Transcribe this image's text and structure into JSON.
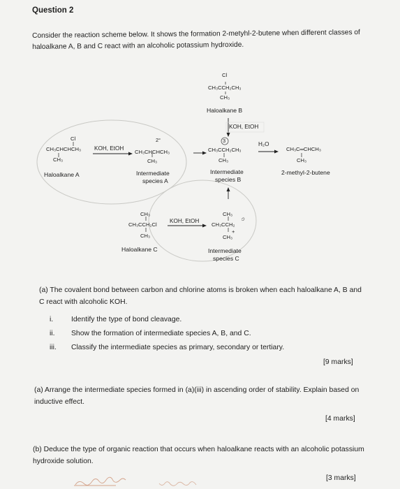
{
  "question": {
    "title": "Question 2",
    "intro": "Consider the reaction scheme below. It shows the formation 2-metyhl-2-butene when different classes of haloalkane A, B and C react with an alcoholic potassium hydroxide."
  },
  "scheme": {
    "haloalkane_b": {
      "l1": "Cl",
      "l2": "CH₃CCH₂CH₃",
      "l3": "CH₃",
      "name": "Haloalkane B"
    },
    "haloalkane_a": {
      "l1": "Cl",
      "l2": "CH₃CHCHCH₃",
      "l3": "CH₃",
      "name": "Haloalkane A"
    },
    "intermediate_a": {
      "charge": "2°",
      "l2": "CH₃CHCHCH₃",
      "l3": "CH₃",
      "name_l1": "Intermediate",
      "name_l2": "species A"
    },
    "intermediate_b": {
      "circle": "3",
      "l2": "CH₃CCH₂CH₃",
      "l3": "CH₃",
      "name_l1": "Intermediate",
      "name_l2": "species B"
    },
    "product": {
      "l2": "CH₃C═CHCH₃",
      "l3": "CH₃",
      "name": "2-methyl-2-butene"
    },
    "haloalkane_c": {
      "l1": "CH₃",
      "l2": "CH₃CCH₂Cl",
      "l3": "CH₃",
      "name": "Haloalkane C"
    },
    "intermediate_c": {
      "l1": "CH₃",
      "l2": "CH₃CCH₂",
      "l3": "CH₃",
      "plus": "+",
      "name_l1": "Intermediate",
      "name_l2": "species C"
    },
    "reagent_ab": "KOH, EtOH",
    "reagent_b": "KOH, EtOH",
    "reagent_c": "KOH, EtOH",
    "reagent_water": "H₂O"
  },
  "part_a": {
    "text": "(a) The covalent bond between carbon and chlorine atoms is broken when each haloalkane A, B and C react with alcoholic KOH.",
    "items": [
      {
        "num": "i.",
        "text": "Identify the type of bond cleavage."
      },
      {
        "num": "ii.",
        "text": "Show the formation of intermediate species A, B, and C."
      },
      {
        "num": "iii.",
        "text": "Classify the intermediate species as primary, secondary or tertiary."
      }
    ],
    "marks": "[9 marks]"
  },
  "part_a2": {
    "text": "(a) Arrange the intermediate species formed in (a)(iii) in ascending order of stability. Explain based on inductive effect.",
    "marks": "[4 marks]"
  },
  "part_b": {
    "text": "(b) Deduce the type of organic reaction that occurs when haloalkane reacts with an alcoholic potassium hydroxide solution.",
    "marks": "[3 marks]"
  },
  "handwriting": {
    "color": "#c98a6a"
  }
}
